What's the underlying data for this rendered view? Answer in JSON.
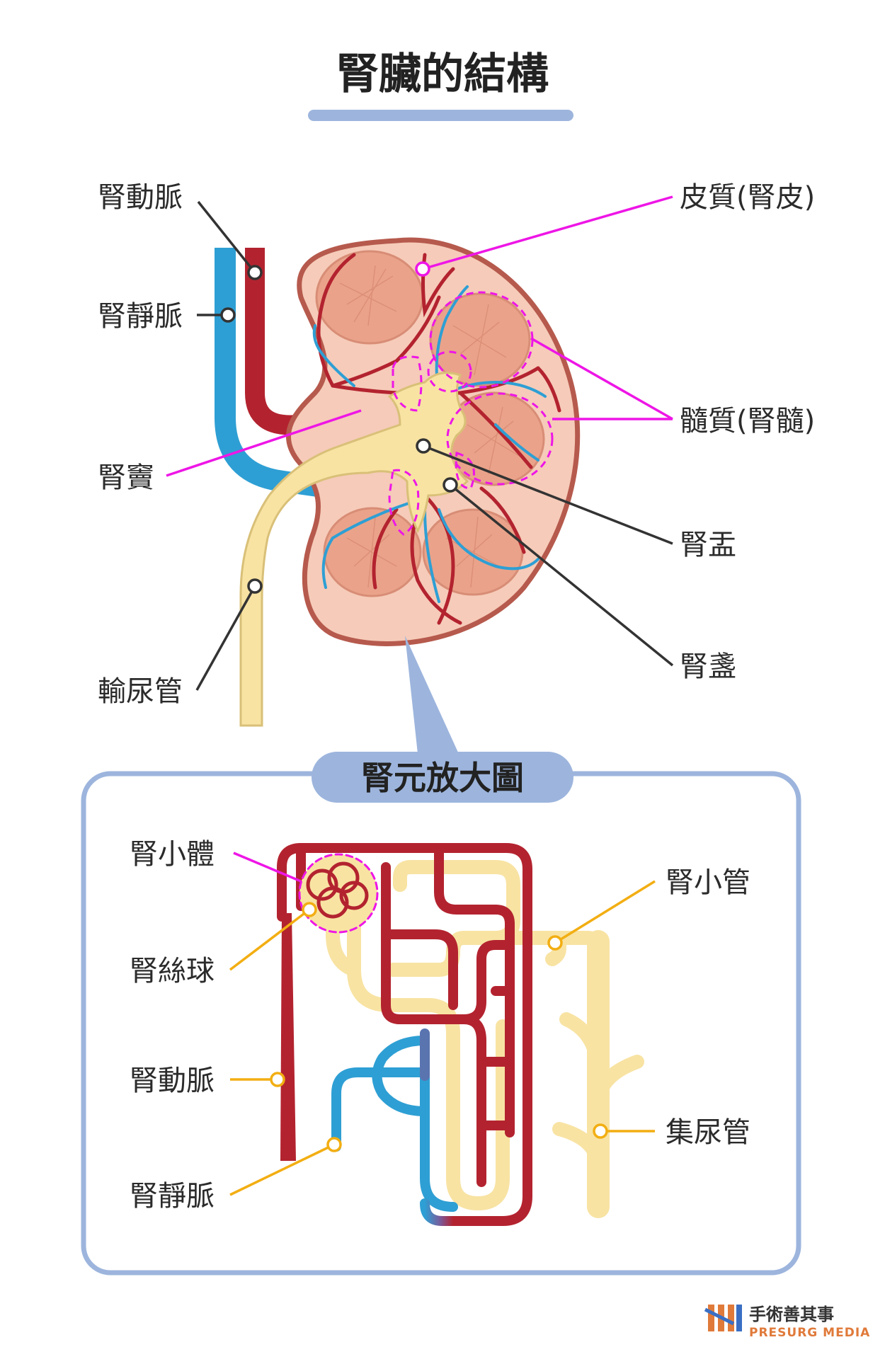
{
  "title": "腎臟的結構",
  "kidney_labels": {
    "renal_artery": "腎動脈",
    "renal_vein": "腎靜脈",
    "renal_sinus": "腎竇",
    "ureter": "輸尿管",
    "cortex": "皮質(腎皮)",
    "medulla": "髓質(腎髓)",
    "renal_pelvis": "腎盂",
    "renal_calyx": "腎盞"
  },
  "nephron": {
    "title": "腎元放大圖",
    "labels": {
      "renal_corpuscle": "腎小體",
      "glomerulus": "腎絲球",
      "renal_artery": "腎動脈",
      "renal_vein": "腎靜脈",
      "renal_tubule": "腎小管",
      "collecting_duct": "集尿管"
    }
  },
  "brand": {
    "name_zh": "手術善其事",
    "name_en": "PRESURG MEDIA"
  },
  "colors": {
    "artery": "#b3232f",
    "vein": "#2e9fd4",
    "urine": "#f8e3a3",
    "cortex": "#f6cbb9",
    "capsule": "#b65a4d",
    "pyramid": "#eaa38a",
    "magenta_pointer": "#ee16e6",
    "dark_pointer": "#333333",
    "orange_pointer": "#f2ae12",
    "frame": "#9db5dd"
  }
}
